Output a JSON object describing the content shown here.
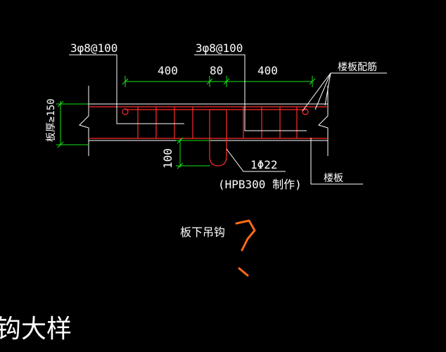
{
  "labels": {
    "rebar_left": "3φ8@100",
    "rebar_right": "3φ8@100",
    "dim_left": "400",
    "dim_mid": "80",
    "dim_right": "400",
    "slab_rebar": "楼板配筋",
    "slab_thickness": "板厚≥150",
    "dim_hook": "100",
    "hook_bar": "1Φ22",
    "hook_material": "(HPB300 制作)",
    "slab": "楼板",
    "hook_title": "板下吊钩",
    "drawing_title": "钩大样"
  },
  "colors": {
    "background": "#000000",
    "outline": "#ffffff",
    "dimension": "#19e619",
    "rebar": "#ff2b2b",
    "hook": "#ff6a1a"
  }
}
